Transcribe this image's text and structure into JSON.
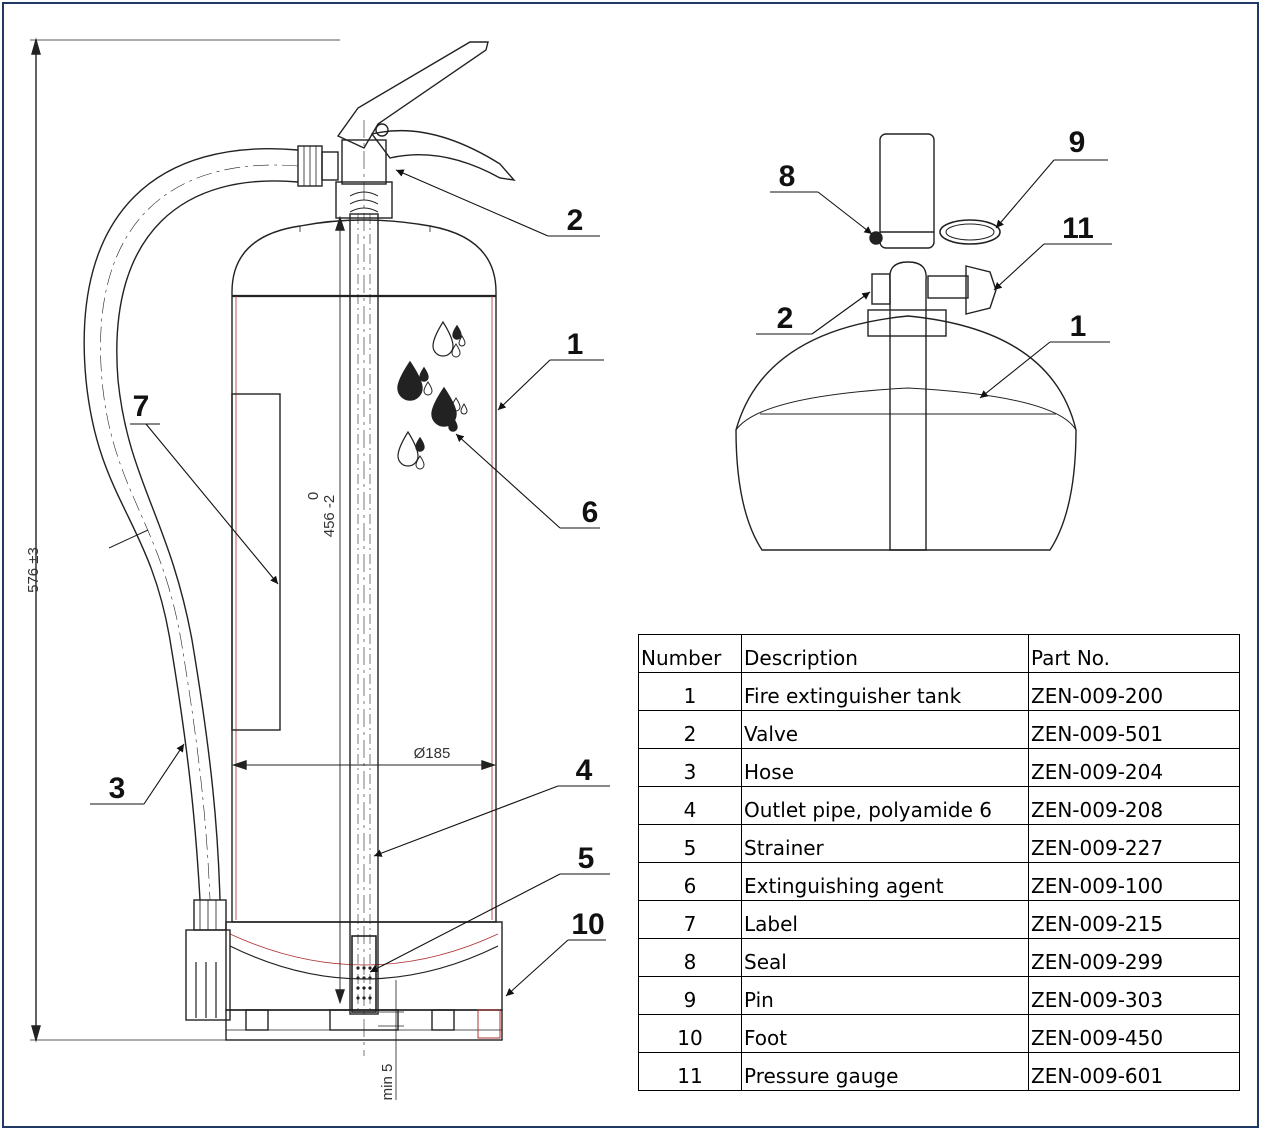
{
  "dimensions": {
    "overall_height": "576 ±3",
    "pipe_length_top": "0",
    "pipe_length": "456 -2",
    "diameter": "Ø185",
    "min_clearance": "min 5"
  },
  "callouts": {
    "side_view": [
      "1",
      "2",
      "3",
      "4",
      "5",
      "6",
      "7",
      "10"
    ],
    "top_view": [
      "1",
      "2",
      "8",
      "9",
      "11"
    ]
  },
  "table": {
    "headers": [
      "Number",
      "Description",
      "Part No."
    ],
    "rows": [
      {
        "number": "1",
        "description": "Fire extinguisher tank",
        "part_no": "ZEN-009-200"
      },
      {
        "number": "2",
        "description": "Valve",
        "part_no": "ZEN-009-501"
      },
      {
        "number": "3",
        "description": "Hose",
        "part_no": "ZEN-009-204"
      },
      {
        "number": "4",
        "description": "Outlet pipe, polyamide 6",
        "part_no": "ZEN-009-208"
      },
      {
        "number": "5",
        "description": "Strainer",
        "part_no": "ZEN-009-227"
      },
      {
        "number": "6",
        "description": "Extinguishing agent",
        "part_no": "ZEN-009-100"
      },
      {
        "number": "7",
        "description": "Label",
        "part_no": "ZEN-009-215"
      },
      {
        "number": "8",
        "description": "Seal",
        "part_no": "ZEN-009-299"
      },
      {
        "number": "9",
        "description": "Pin",
        "part_no": "ZEN-009-303"
      },
      {
        "number": "10",
        "description": "Foot",
        "part_no": "ZEN-009-450"
      },
      {
        "number": "11",
        "description": "Pressure gauge",
        "part_no": "ZEN-009-601"
      }
    ]
  },
  "colors": {
    "frame": "#1f3864",
    "line": "#222222",
    "accent": "#b03030"
  }
}
